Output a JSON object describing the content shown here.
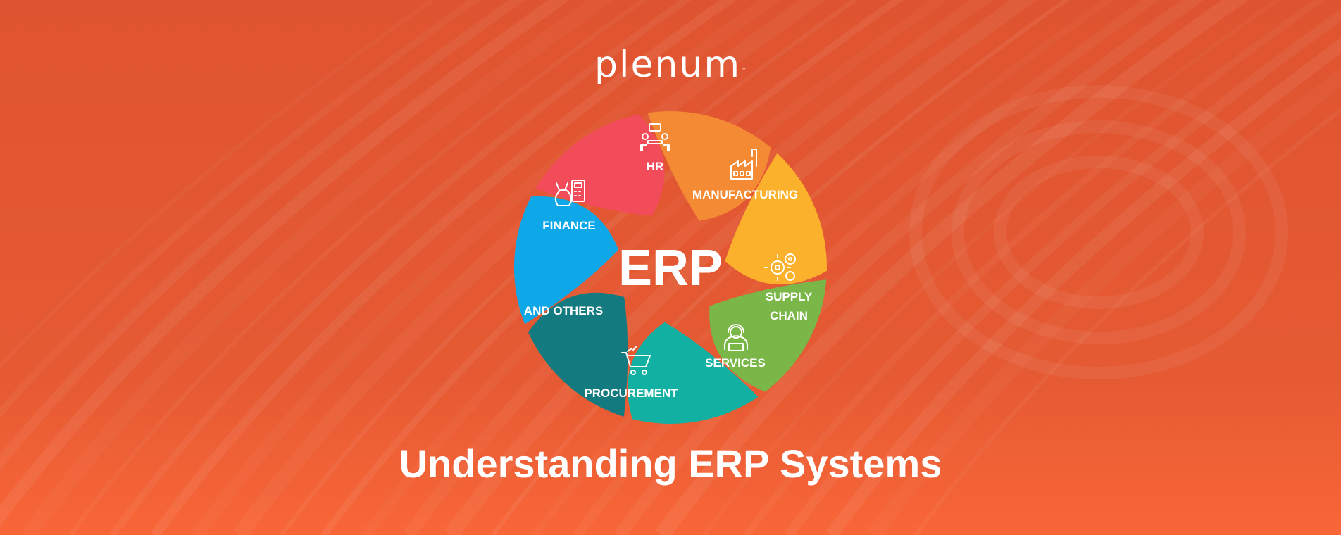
{
  "brand": {
    "logo_text": "plenum",
    "trademark": "™"
  },
  "title": "Understanding ERP Systems",
  "wheel": {
    "center_label": "ERP",
    "segments": [
      {
        "line1": "HR",
        "line2": "",
        "color": "#f58a34",
        "icon": "team-meeting-icon"
      },
      {
        "line1": "MANUFACTURING",
        "line2": "",
        "color": "#fbb12b",
        "icon": "factory-icon"
      },
      {
        "line1": "SUPPLY",
        "line2": "CHAIN",
        "color": "#7ab648",
        "icon": "gears-icon"
      },
      {
        "line1": "SERVICES",
        "line2": "",
        "color": "#12b0a2",
        "icon": "support-agent-icon"
      },
      {
        "line1": "PROCUREMENT",
        "line2": "",
        "color": "#137a80",
        "icon": "shopping-cart-icon"
      },
      {
        "line1": "AND OTHERS",
        "line2": "",
        "color": "#0ea8e8",
        "icon": ""
      },
      {
        "line1": "FINANCE",
        "line2": "",
        "color": "#f24b5a",
        "icon": "finance-calculator-icon"
      }
    ]
  },
  "colors": {
    "background": "#e4552f",
    "background_bottom": "#f66237",
    "text": "#ffffff"
  }
}
